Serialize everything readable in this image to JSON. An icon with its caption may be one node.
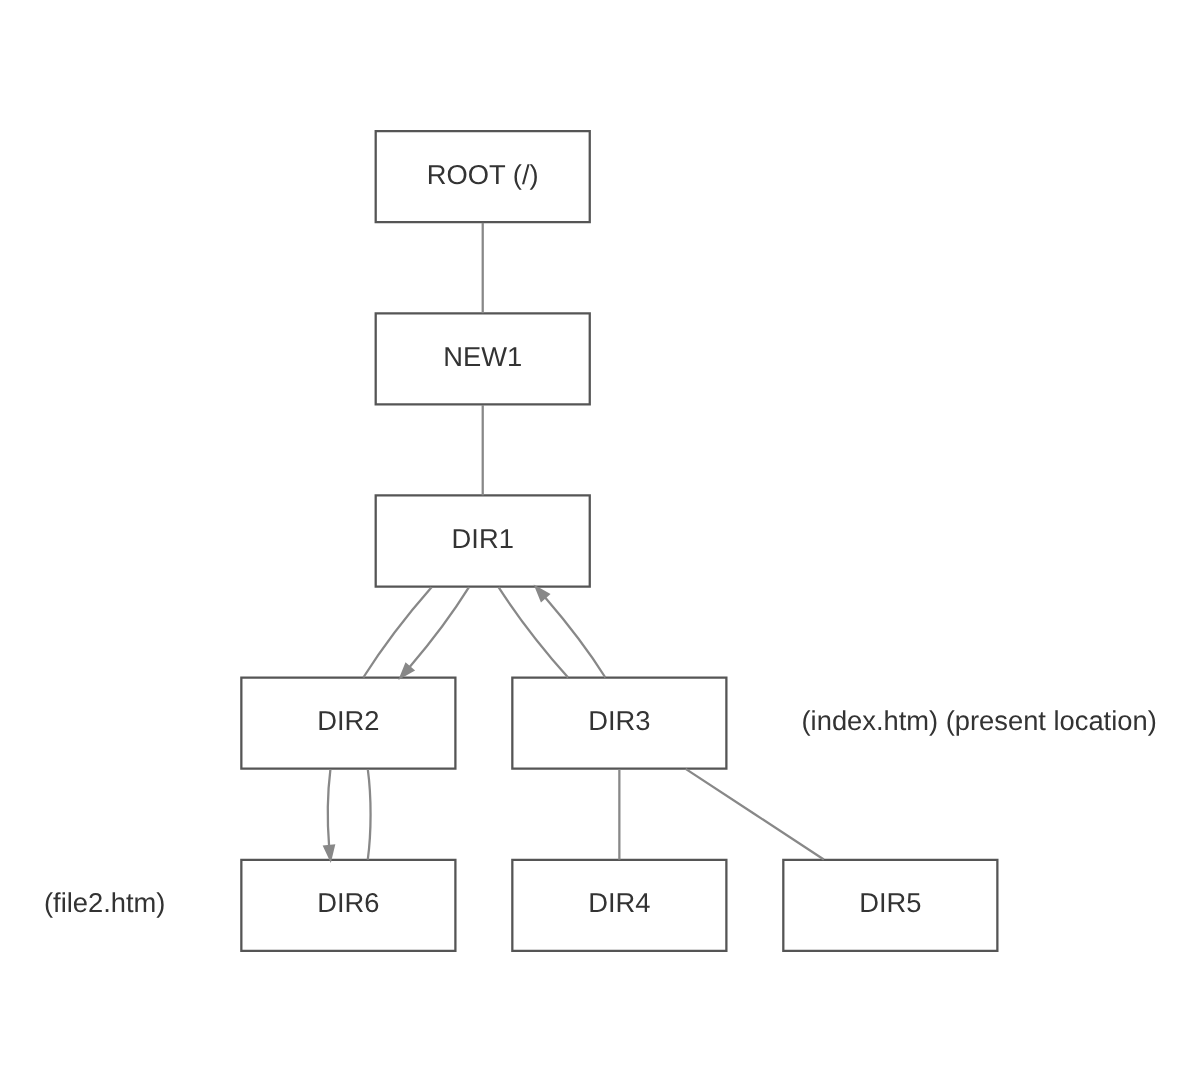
{
  "diagram": {
    "nodes": [
      {
        "text": [
          "ROOT (/)"
        ]
      },
      {
        "text": [
          "NEW1"
        ]
      },
      {
        "text": [
          "DIR1"
        ]
      },
      {
        "text": [
          "DIR2"
        ]
      },
      {
        "text": [
          "DIR3"
        ],
        "beside": [
          "(index.htm) (present location)"
        ]
      },
      {
        "text": [
          "DIR6"
        ],
        "beside": [
          "(file2.htm)"
        ]
      },
      {
        "text": [
          "DIR4"
        ]
      },
      {
        "text": [
          "DIR5"
        ]
      }
    ],
    "edges": [
      {
        "from": 0,
        "to": 1,
        "arrow": "none"
      },
      {
        "from": 1,
        "to": 2,
        "arrow": "none"
      },
      {
        "from": 2,
        "to": 3,
        "arrow": "none"
      },
      {
        "from": 2,
        "to": 3,
        "arrow": "to"
      },
      {
        "from": 2,
        "to": 4,
        "arrow": "none"
      },
      {
        "from": 4,
        "to": 2,
        "arrow": "to"
      },
      {
        "from": 3,
        "to": 5,
        "arrow": "to"
      },
      {
        "from": 3,
        "to": 5,
        "arrow": "none"
      },
      {
        "from": 4,
        "to": 6,
        "arrow": "none"
      },
      {
        "from": 4,
        "to": 7,
        "arrow": "none"
      }
    ]
  }
}
